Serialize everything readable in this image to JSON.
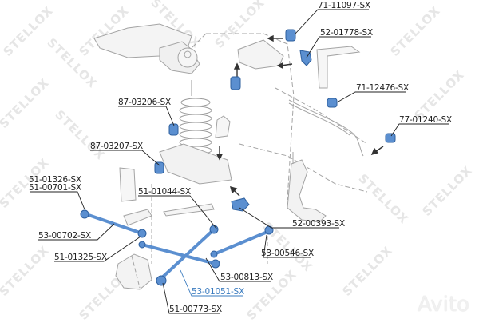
{
  "diagram": {
    "brand_watermark": "STELLOX",
    "marketplace_watermark": "Avito",
    "colors": {
      "part_highlight": "#5b8fd0",
      "part_outline": "#2d5f9e",
      "line_art": "#9a9a9a",
      "label_text": "#222222",
      "highlight_label": "#3a7bbf",
      "watermark": "#e4e4e4"
    },
    "labels": [
      {
        "id": "p1",
        "text": "71-11097-SX"
      },
      {
        "id": "p2",
        "text": "52-01778-SX"
      },
      {
        "id": "p3",
        "text": "71-12476-SX"
      },
      {
        "id": "p4",
        "text": "77-01240-SX"
      },
      {
        "id": "p5",
        "text": "87-03206-SX"
      },
      {
        "id": "p6",
        "text": "87-03207-SX"
      },
      {
        "id": "p7",
        "text": "51-01326-SX"
      },
      {
        "id": "p8",
        "text": "51-00701-SX"
      },
      {
        "id": "p9",
        "text": "51-01044-SX"
      },
      {
        "id": "p10",
        "text": "52-00393-SX"
      },
      {
        "id": "p11",
        "text": "53-00702-SX"
      },
      {
        "id": "p12",
        "text": "53-00546-SX"
      },
      {
        "id": "p13",
        "text": "51-01325-SX"
      },
      {
        "id": "p14",
        "text": "53-00813-SX"
      },
      {
        "id": "p15",
        "text": "53-01051-SX"
      },
      {
        "id": "p16",
        "text": "51-00773-SX"
      }
    ]
  }
}
